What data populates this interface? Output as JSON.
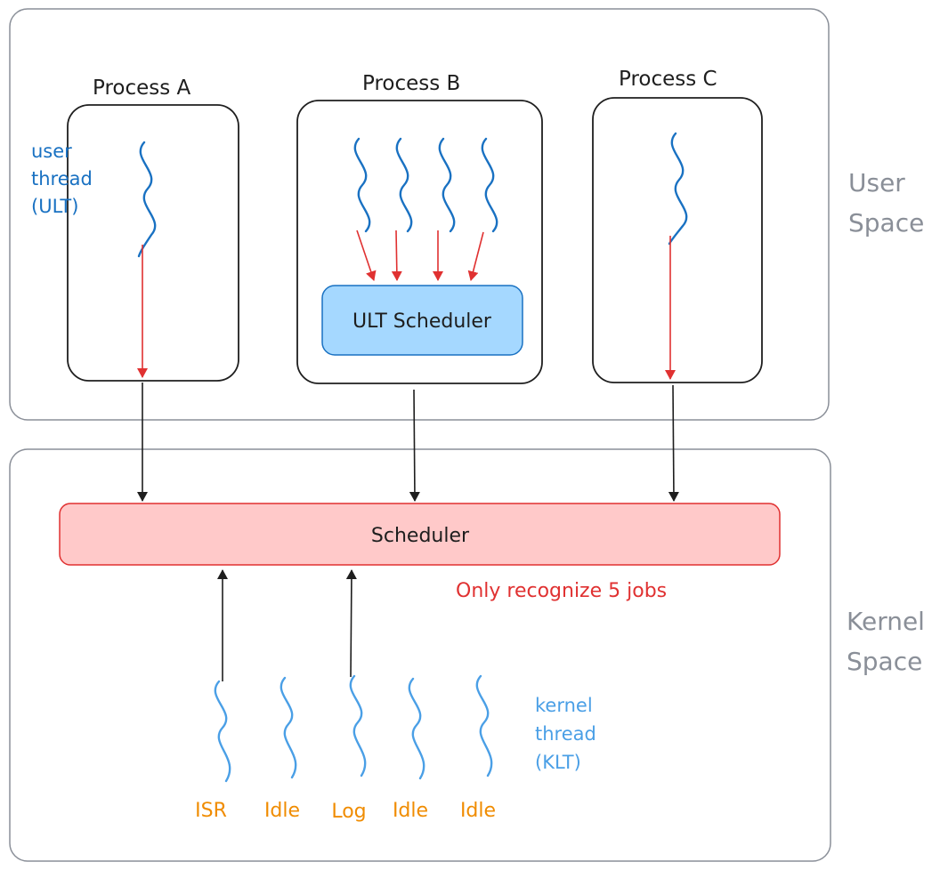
{
  "colors": {
    "region_border": "#8a8f98",
    "box_border": "#1e1e1e",
    "ult_thread": "#1971c2",
    "klt_thread": "#4a9fe6",
    "red_arrow": "#e03131",
    "black_arrow": "#1e1e1e",
    "ult_scheduler_fill": "#a5d8ff",
    "ult_scheduler_border": "#1971c2",
    "scheduler_fill": "#ffc9c9",
    "scheduler_border": "#e03131",
    "job_label": "#f08c00",
    "note": "#e03131"
  },
  "user_space": {
    "label_line1": "User",
    "label_line2": "Space"
  },
  "kernel_space": {
    "label_line1": "Kernel",
    "label_line2": "Space"
  },
  "processes": {
    "a": {
      "title": "Process A"
    },
    "b": {
      "title": "Process B",
      "ult_scheduler_label": "ULT Scheduler"
    },
    "c": {
      "title": "Process C"
    }
  },
  "ult_annotation": {
    "line1": "user",
    "line2": "thread",
    "line3": "(ULT)"
  },
  "scheduler": {
    "label": "Scheduler",
    "note": "Only recognize 5 jobs"
  },
  "klt_annotation": {
    "line1": "kernel",
    "line2": "thread",
    "line3": "(KLT)"
  },
  "kernel_jobs": [
    "ISR",
    "Idle",
    "Log",
    "Idle",
    "Idle"
  ]
}
